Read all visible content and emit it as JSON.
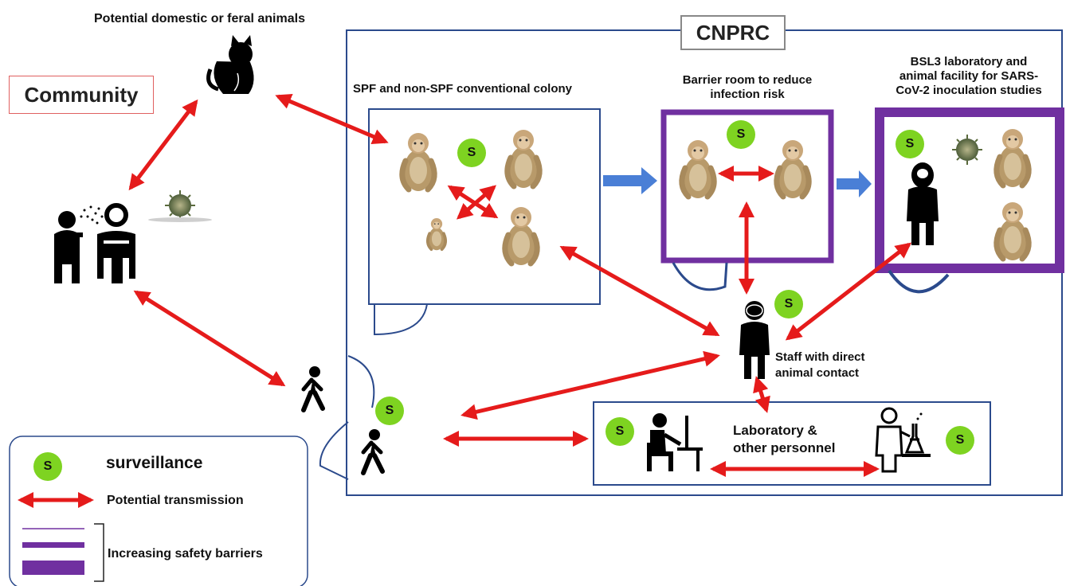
{
  "community_label": "Community",
  "cnprc_label": "CNPRC",
  "animals_label": "Potential domestic or feral animals",
  "colony_label": "SPF and non-SPF conventional colony",
  "barrier_room_label": "Barrier room to reduce infection risk",
  "bsl3_label_line1": "BSL3 laboratory and",
  "bsl3_label_line2": "animal facility for SARS-",
  "bsl3_label_line3": "CoV-2 inoculation studies",
  "staff_label_line1": "Staff with direct",
  "staff_label_line2": "animal contact",
  "lab_personnel_line1": "Laboratory &",
  "lab_personnel_line2": "other personnel",
  "surveillance_badge": "S",
  "legend": {
    "surveillance": "surveillance",
    "transmission": "Potential transmission",
    "barriers": "Increasing safety barriers"
  },
  "colors": {
    "arrow": "#e51b1b",
    "flow_arrow": "#4a7fd6",
    "box_border": "#2b4a8c",
    "barrier_purple": "#7030a0",
    "surveillance_green": "#7ed321",
    "community_border": "#e06060"
  },
  "icons": [
    "cat-icon",
    "people-sneezing-icon",
    "virus-icon",
    "monkey-icon",
    "walking-person-icon",
    "hazmat-suit-icon",
    "staff-person-icon",
    "computer-worker-icon",
    "scientist-icon",
    "door-arc-icon"
  ]
}
